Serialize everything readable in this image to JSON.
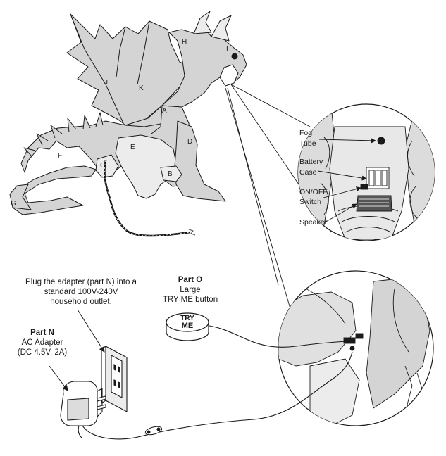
{
  "dragon_part_labels": [
    "H",
    "I",
    "J",
    "K",
    "A",
    "F",
    "C",
    "E",
    "D",
    "B",
    "G"
  ],
  "detail_callouts": {
    "fog_tube": [
      "Fog",
      "Tube"
    ],
    "battery_case": [
      "Battery",
      "Case"
    ],
    "onoff_switch": [
      "ON/OFF",
      "Switch"
    ],
    "speaker": "Speaker"
  },
  "instruction_text": [
    "Plug the adapter (part N) into a",
    "standard 100V-240V",
    "household outlet."
  ],
  "part_o": {
    "title": "Part O",
    "line1": "Large",
    "line2": "TRY ME button",
    "button_text": [
      "TRY",
      "ME"
    ]
  },
  "part_n": {
    "title": "Part N",
    "line1": "AC Adapter",
    "line2": "(DC 4.5V, 2A)"
  },
  "colors": {
    "body_fill": "#d4d4d4",
    "light_fill": "#ececec",
    "stroke": "#1a1a1a"
  }
}
